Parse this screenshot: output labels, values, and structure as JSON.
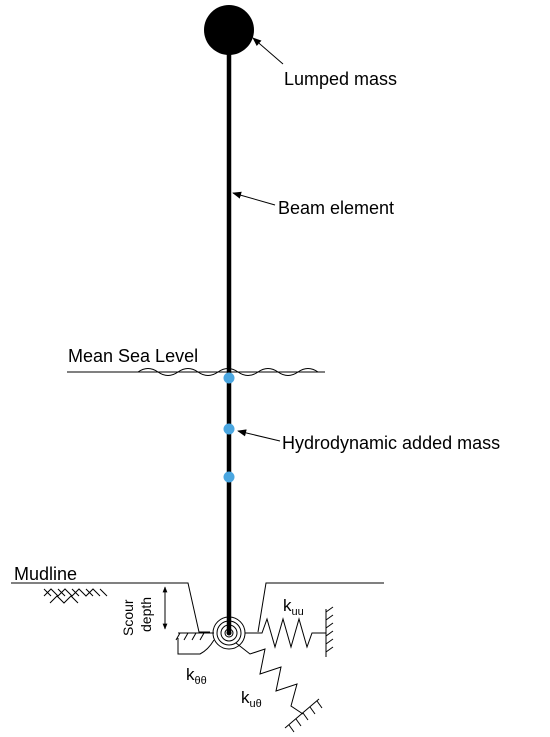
{
  "labels": {
    "lumped_mass": "Lumped mass",
    "beam_element": "Beam element",
    "mean_sea_level": "Mean Sea Level",
    "hydrodynamic_added_mass": "Hydrodynamic added mass",
    "mudline": "Mudline",
    "scour": "Scour",
    "depth": "depth",
    "k_uu_base": "k",
    "k_uu_sub": "uu",
    "k_tt_base": "k",
    "k_tt_sub": "θθ",
    "k_ut_base": "k",
    "k_ut_sub": "uθ"
  },
  "colors": {
    "line": "#000000",
    "added_mass_node": "#4aa6e0"
  }
}
